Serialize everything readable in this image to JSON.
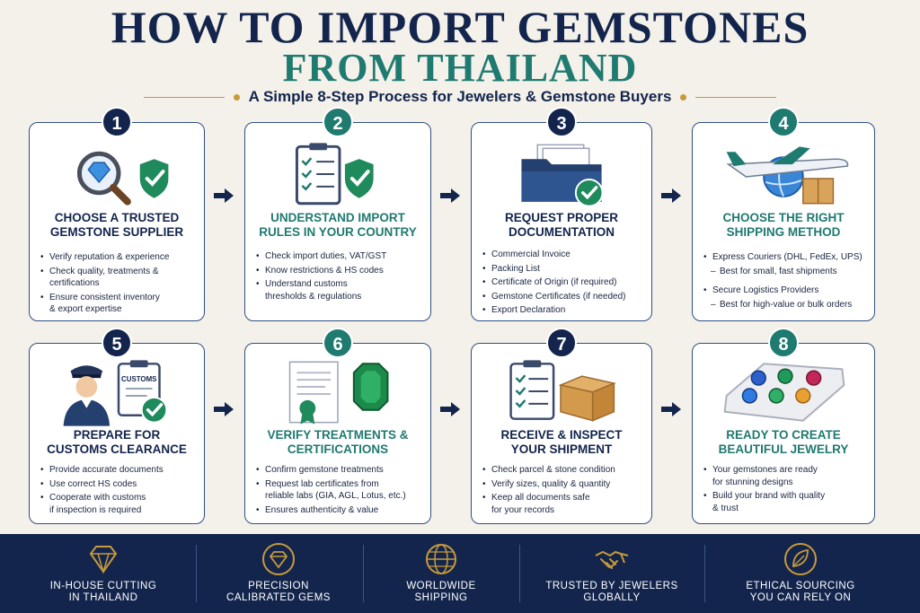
{
  "header": {
    "title_line1": "HOW TO IMPORT GEMSTONES",
    "title_line2": "FROM THAILAND",
    "subtitle": "A Simple 8-Step Process for Jewelers & Gemstone Buyers"
  },
  "steps": [
    {
      "number": "1",
      "title_lines": [
        "CHOOSE A TRUSTED",
        "GEMSTONE SUPPLIER"
      ],
      "icon": "magnifier-diamond-shield-icon",
      "bullets": [
        {
          "text": "Verify reputation & experience"
        },
        {
          "text": "Check quality, treatments &"
        },
        {
          "text": "certifications",
          "cont": true
        },
        {
          "text": "Ensure consistent inventory"
        },
        {
          "text": "& export expertise",
          "cont": true
        }
      ]
    },
    {
      "number": "2",
      "title_lines": [
        "UNDERSTAND IMPORT",
        "RULES IN YOUR COUNTRY"
      ],
      "icon": "clipboard-shield-icon",
      "bullets": [
        {
          "text": "Check import duties, VAT/GST"
        },
        {
          "text": "Know restrictions & HS codes"
        },
        {
          "text": "Understand customs"
        },
        {
          "text": "thresholds & regulations",
          "cont": true
        }
      ]
    },
    {
      "number": "3",
      "title_lines": [
        "REQUEST PROPER",
        "DOCUMENTATION"
      ],
      "icon": "folder-check-icon",
      "bullets": [
        {
          "text": "Commercial Invoice"
        },
        {
          "text": "Packing List"
        },
        {
          "text": "Certificate of Origin (if required)"
        },
        {
          "text": "Gemstone Certificates (if needed)"
        },
        {
          "text": "Export Declaration"
        }
      ]
    },
    {
      "number": "4",
      "title_lines": [
        "CHOOSE THE RIGHT",
        "SHIPPING METHOD"
      ],
      "icon": "airplane-globe-box-icon",
      "bullets": [
        {
          "text": "Express Couriers (DHL, FedEx, UPS)"
        },
        {
          "text": "Best for small, fast shipments",
          "sub": true
        },
        {
          "text": "Secure Logistics Providers"
        },
        {
          "text": "Best for high-value or bulk orders",
          "sub": true
        }
      ]
    },
    {
      "number": "5",
      "title_lines": [
        "PREPARE FOR",
        "CUSTOMS CLEARANCE"
      ],
      "icon": "customs-officer-icon",
      "icon_label": "CUSTOMS",
      "bullets": [
        {
          "text": "Provide accurate documents"
        },
        {
          "text": "Use correct HS codes"
        },
        {
          "text": "Cooperate with customs"
        },
        {
          "text": "if inspection is required",
          "cont": true
        }
      ]
    },
    {
      "number": "6",
      "title_lines": [
        "VERIFY TREATMENTS &",
        "CERTIFICATIONS"
      ],
      "icon": "certificate-emerald-icon",
      "bullets": [
        {
          "text": "Confirm gemstone treatments"
        },
        {
          "text": "Request lab certificates from"
        },
        {
          "text": "reliable labs (GIA, AGL, Lotus, etc.)",
          "cont": true
        },
        {
          "text": "Ensures authenticity & value"
        }
      ]
    },
    {
      "number": "7",
      "title_lines": [
        "RECEIVE & INSPECT",
        "YOUR SHIPMENT"
      ],
      "icon": "checklist-box-icon",
      "bullets": [
        {
          "text": "Check parcel & stone condition"
        },
        {
          "text": "Verify sizes, quality & quantity"
        },
        {
          "text": "Keep all documents safe"
        },
        {
          "text": "for your records",
          "cont": true
        }
      ]
    },
    {
      "number": "8",
      "title_lines": [
        "READY TO CREATE",
        "BEAUTIFUL JEWELRY"
      ],
      "icon": "gem-tray-icon",
      "bullets": [
        {
          "text": "Your gemstones are ready"
        },
        {
          "text": "for stunning designs",
          "cont": true
        },
        {
          "text": "Build your brand with quality"
        },
        {
          "text": "& trust",
          "cont": true
        }
      ]
    }
  ],
  "footer": [
    {
      "icon": "diamond-icon",
      "lines": [
        "IN-HOUSE CUTTING",
        "IN THAILAND"
      ]
    },
    {
      "icon": "gem-circle-icon",
      "lines": [
        "PRECISION",
        "CALIBRATED GEMS"
      ]
    },
    {
      "icon": "globe-icon",
      "lines": [
        "WORLDWIDE",
        "SHIPPING"
      ]
    },
    {
      "icon": "handshake-icon",
      "lines": [
        "TRUSTED BY JEWELERS",
        "GLOBALLY"
      ]
    },
    {
      "icon": "leaf-icon",
      "lines": [
        "ETHICAL SOURCING",
        "YOU CAN RELY ON"
      ]
    }
  ],
  "colors": {
    "navy": "#13254d",
    "teal": "#1f7a70",
    "gold": "#c79a3a",
    "background": "#f4f1ea"
  }
}
